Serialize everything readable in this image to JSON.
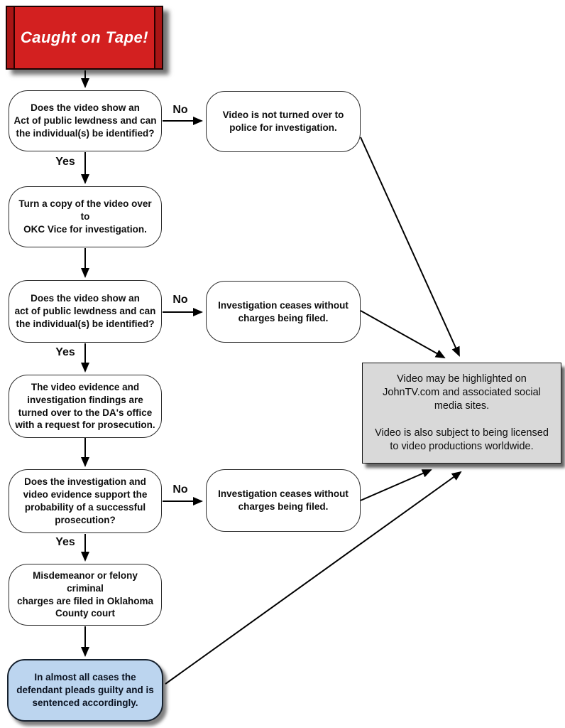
{
  "title": "Caught on Tape!",
  "edge_labels": {
    "yes": "Yes",
    "no": "No"
  },
  "nodes": {
    "q1": "Does the video show an\nAct of public lewdness and can\nthe individual(s) be identified?",
    "no_result_1": "Video is not turned over to\npolice for investigation.",
    "action_1": "Turn a copy of the video over to\nOKC Vice for investigation.",
    "q2": "Does the video show an\nact of public lewdness and can\nthe individual(s) be identified?",
    "no_result_2": "Investigation ceases without\ncharges being filed.",
    "action_2": "The video evidence and\ninvestigation findings are\nturned over to the DA's office\nwith a request for prosecution.",
    "q3": "Does the investigation and\nvideo evidence support the\nprobability of a successful\nprosecution?",
    "no_result_3": "Investigation ceases without\ncharges being filed.",
    "action_3": "Misdemeanor or felony criminal\ncharges are filed in Oklahoma\nCounty court",
    "outcome": "In almost all cases the\ndefendant pleads guilty and is\nsentenced accordingly."
  },
  "media_box": "Video may be highlighted on\nJohnTV.com and associated social\nmedia sites.\n\nVideo is also subject to being licensed\nto video productions worldwide.",
  "colors": {
    "banner_red": "#d32020",
    "banner_red_dark": "#a91515",
    "outcome_blue": "#bcd5ef",
    "media_gray": "#d9d9d9",
    "arrow_black": "#000000"
  }
}
